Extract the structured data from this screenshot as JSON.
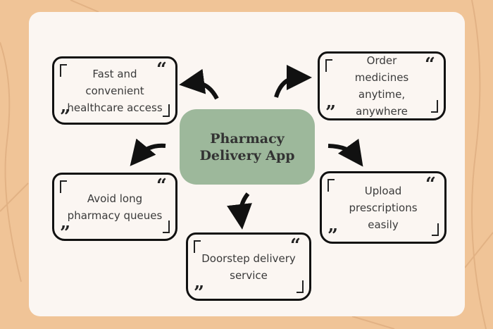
{
  "center": {
    "line1": "Pharmacy",
    "line2": "Delivery App"
  },
  "benefits": [
    "Fast and convenient healthcare access",
    "Order medicines anytime, anywhere",
    "Avoid long pharmacy queues",
    "Upload prescriptions easily",
    "Doorstep delivery service"
  ],
  "quote_open": "“",
  "quote_close": "”",
  "colors": {
    "background": "#f0c497",
    "card": "#fbf6f2",
    "center": "#9db89b"
  }
}
